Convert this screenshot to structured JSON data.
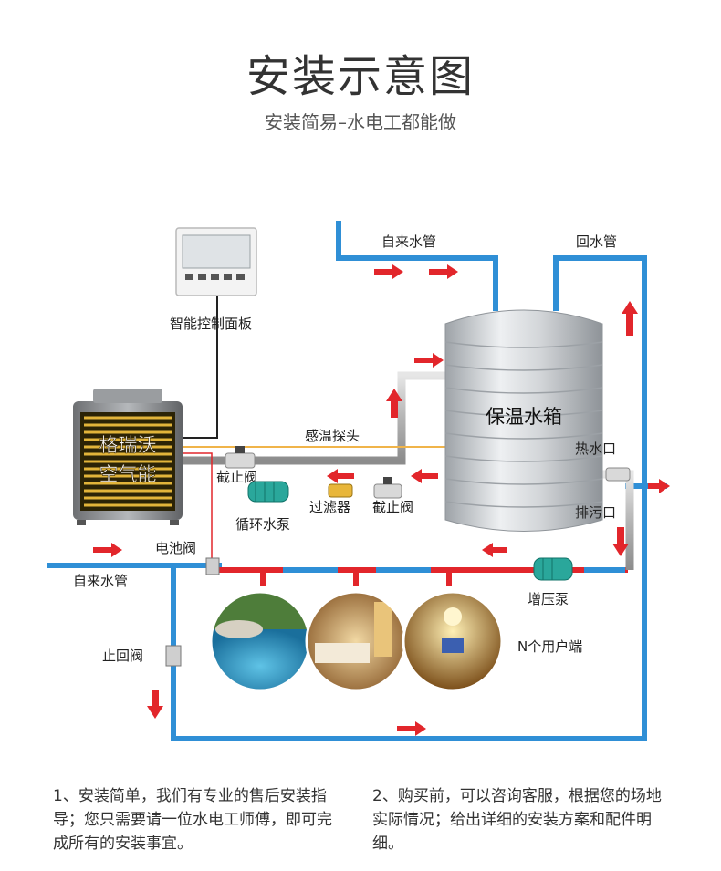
{
  "header": {
    "title": "安装示意图",
    "subtitle": "安装简易–水电工都能做"
  },
  "labels": {
    "tap_water_top": "自来水管",
    "return_pipe": "回水管",
    "control_panel": "智能控制面板",
    "tank": "保温水箱",
    "sensor": "感温探头",
    "unit_line1": "格瑞沃",
    "unit_line2": "空气能",
    "valve_upper": "截止阀",
    "pump": "循环水泵",
    "filter": "过滤器",
    "valve_lower": "截止阀",
    "hot_outlet": "热水口",
    "drain": "排污口",
    "solenoid": "电池阀",
    "tap_water_left": "自来水管",
    "booster": "增压泵",
    "check_valve": "止回阀",
    "users": "N个用户端"
  },
  "notes": {
    "left": "1、安装简单，我们有专业的售后安装指导；您只需要请一位水电工师傅，即可完成所有的安装事宜。",
    "right": "2、购买前，可以咨询客服，根据您的场地实际情况；给出详细的安装方案和配件明细。"
  },
  "colors": {
    "cold_pipe": "#2f8fd6",
    "hot_pipe": "#e2262b",
    "arrow": "#e2262b",
    "sensor_line": "#f0b44a",
    "tank": "#c9ccd0"
  }
}
